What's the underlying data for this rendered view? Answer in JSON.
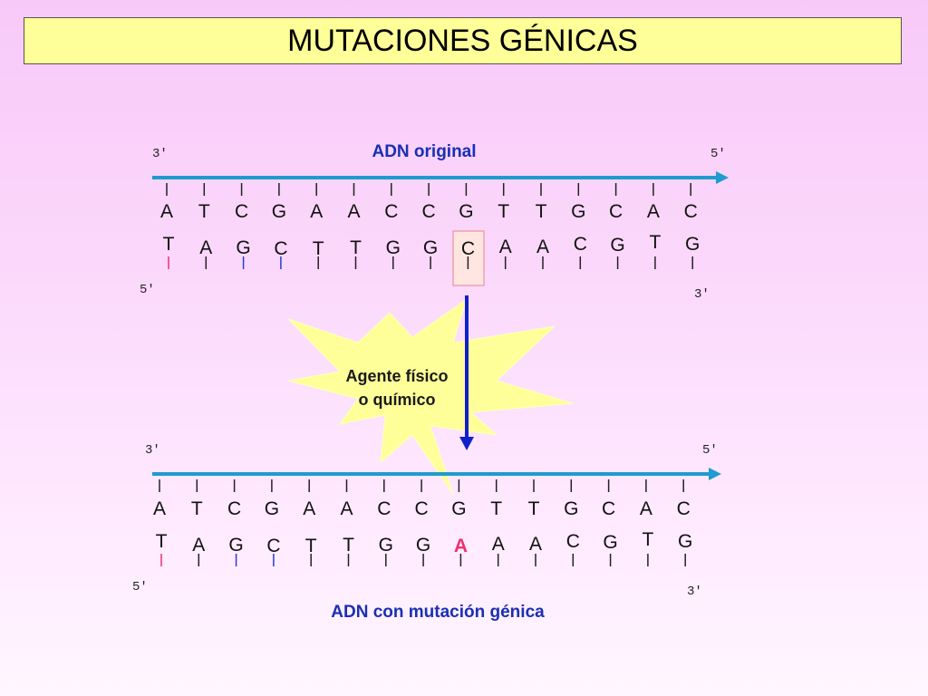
{
  "title": "MUTACIONES GÉNICAS",
  "original_section": {
    "label": "ADN original",
    "top_strand": {
      "left_end": "3'",
      "right_end": "5'",
      "bases": [
        "A",
        "T",
        "C",
        "G",
        "A",
        "A",
        "C",
        "C",
        "G",
        "T",
        "T",
        "G",
        "C",
        "A",
        "C"
      ]
    },
    "bottom_strand": {
      "left_end": "5'",
      "right_end": "3'",
      "bases": [
        "T",
        "A",
        "G",
        "C",
        "T",
        "T",
        "G",
        "G",
        "C",
        "A",
        "A",
        "C",
        "G",
        "T",
        "G"
      ]
    }
  },
  "agent": {
    "line1": "Agente físico",
    "line2": "o químico"
  },
  "mutated_section": {
    "label": "ADN con mutación génica",
    "top_strand": {
      "left_end": "3'",
      "right_end": "5'",
      "bases": [
        "A",
        "T",
        "C",
        "G",
        "A",
        "A",
        "C",
        "C",
        "G",
        "T",
        "T",
        "G",
        "C",
        "A",
        "C"
      ]
    },
    "bottom_strand": {
      "left_end": "5'",
      "right_end": "3'",
      "bases": [
        "T",
        "A",
        "G",
        "C",
        "T",
        "T",
        "G",
        "G",
        "A",
        "A",
        "A",
        "C",
        "G",
        "T",
        "G"
      ]
    }
  },
  "mutation_index": 8,
  "colors": {
    "title_bg": "#ffff99",
    "top_strand": "#1e9bd0",
    "bottom_strand_start": "#e8336e",
    "bottom_strand_end": "#b83224",
    "label": "#1a2fb3",
    "mutation": "#e8336e",
    "burst": "#ffff99",
    "arrow": "#1020c8",
    "highlight_box": "#f0a0b0"
  }
}
